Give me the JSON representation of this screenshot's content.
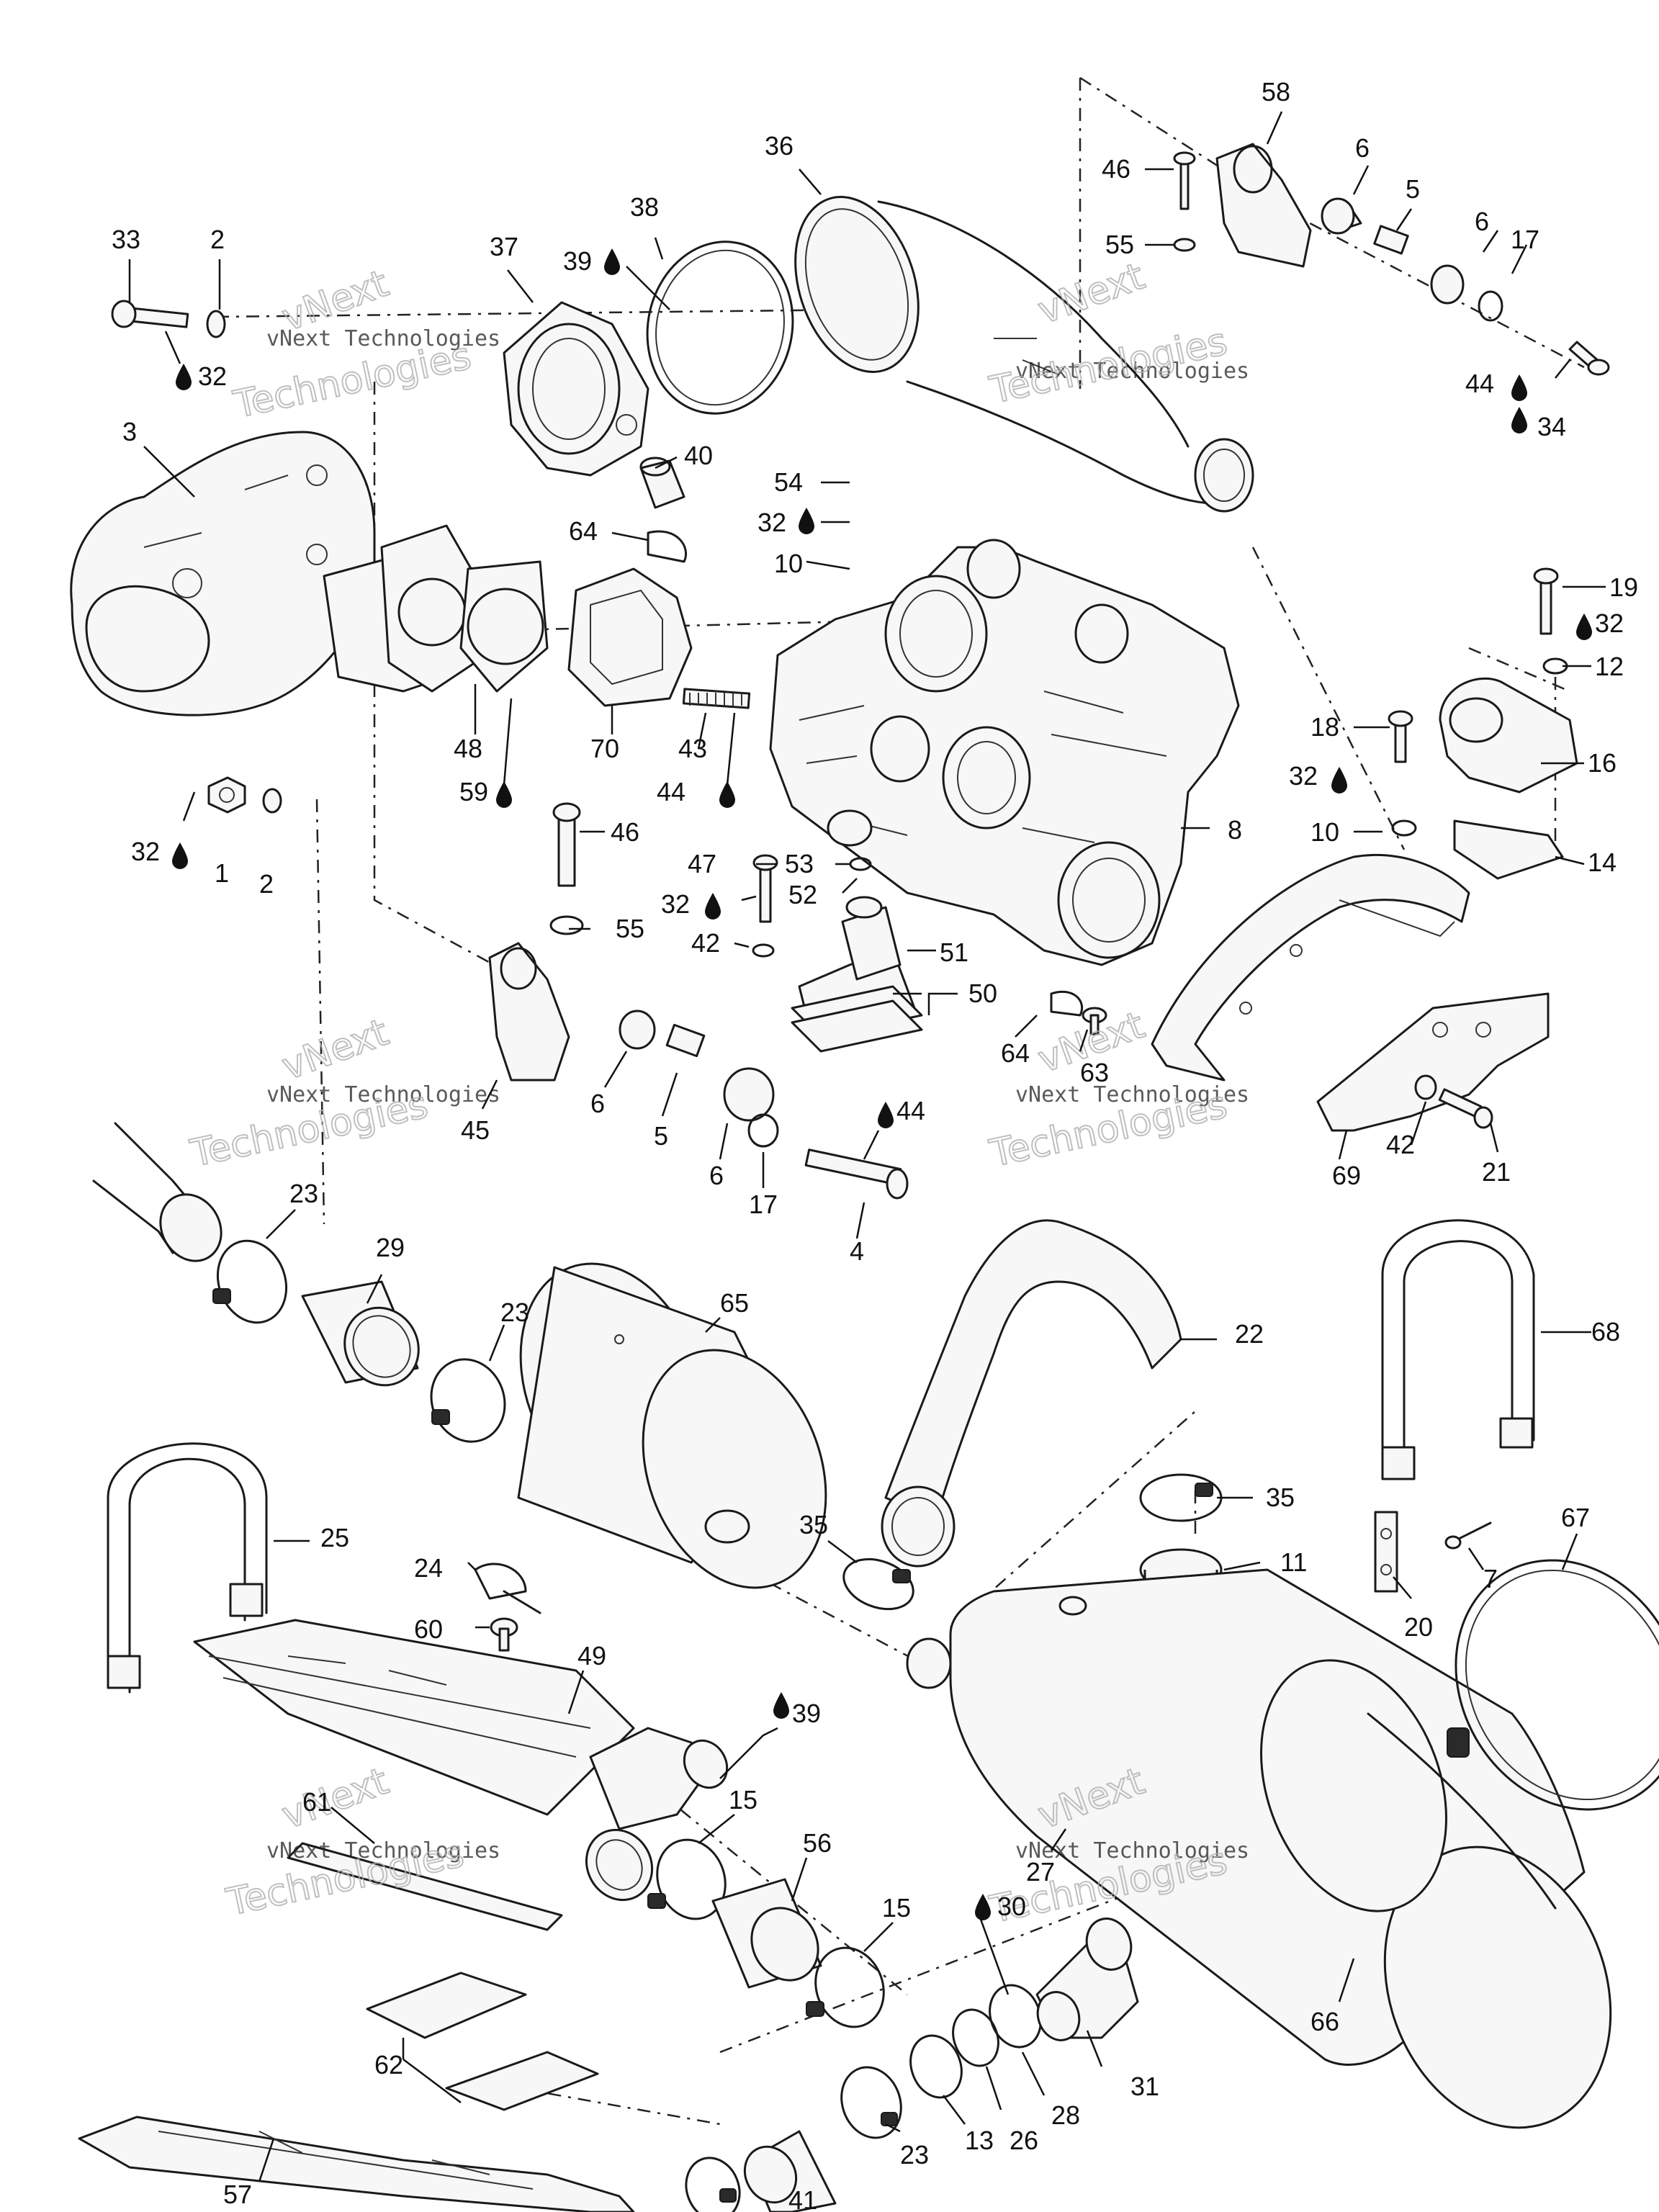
{
  "watermark": {
    "line1": "vNext Technologies",
    "line2": "Technologies",
    "brand": "vNext"
  },
  "callouts": [
    {
      "label": "33"
    },
    {
      "label": "2"
    },
    {
      "label": "32"
    },
    {
      "label": "37"
    },
    {
      "label": "38"
    },
    {
      "label": "39"
    },
    {
      "label": "36"
    },
    {
      "label": "58"
    },
    {
      "label": "46"
    },
    {
      "label": "55"
    },
    {
      "label": "6"
    },
    {
      "label": "5"
    },
    {
      "label": "6"
    },
    {
      "label": "17"
    },
    {
      "label": "44"
    },
    {
      "label": "34"
    },
    {
      "label": "3"
    },
    {
      "label": "40"
    },
    {
      "label": "54"
    },
    {
      "label": "32"
    },
    {
      "label": "64"
    },
    {
      "label": "10"
    },
    {
      "label": "19"
    },
    {
      "label": "32"
    },
    {
      "label": "12"
    },
    {
      "label": "48"
    },
    {
      "label": "70"
    },
    {
      "label": "43"
    },
    {
      "label": "59"
    },
    {
      "label": "44"
    },
    {
      "label": "18"
    },
    {
      "label": "32"
    },
    {
      "label": "16"
    },
    {
      "label": "32"
    },
    {
      "label": "1"
    },
    {
      "label": "2"
    },
    {
      "label": "46"
    },
    {
      "label": "8"
    },
    {
      "label": "10"
    },
    {
      "label": "14"
    },
    {
      "label": "47"
    },
    {
      "label": "53"
    },
    {
      "label": "32"
    },
    {
      "label": "52"
    },
    {
      "label": "55"
    },
    {
      "label": "42"
    },
    {
      "label": "51"
    },
    {
      "label": "50"
    },
    {
      "label": "64"
    },
    {
      "label": "63"
    },
    {
      "label": "6"
    },
    {
      "label": "5"
    },
    {
      "label": "45"
    },
    {
      "label": "6"
    },
    {
      "label": "44"
    },
    {
      "label": "17"
    },
    {
      "label": "4"
    },
    {
      "label": "42"
    },
    {
      "label": "21"
    },
    {
      "label": "69"
    },
    {
      "label": "23"
    },
    {
      "label": "29"
    },
    {
      "label": "23"
    },
    {
      "label": "65"
    },
    {
      "label": "22"
    },
    {
      "label": "68"
    },
    {
      "label": "25"
    },
    {
      "label": "35"
    },
    {
      "label": "35"
    },
    {
      "label": "11"
    },
    {
      "label": "67"
    },
    {
      "label": "24"
    },
    {
      "label": "7"
    },
    {
      "label": "60"
    },
    {
      "label": "20"
    },
    {
      "label": "49"
    },
    {
      "label": "39"
    },
    {
      "label": "15"
    },
    {
      "label": "61"
    },
    {
      "label": "27"
    },
    {
      "label": "56"
    },
    {
      "label": "15"
    },
    {
      "label": "30"
    },
    {
      "label": "62"
    },
    {
      "label": "66"
    },
    {
      "label": "31"
    },
    {
      "label": "28"
    },
    {
      "label": "26"
    },
    {
      "label": "13"
    },
    {
      "label": "23"
    },
    {
      "label": "57"
    },
    {
      "label": "41"
    }
  ]
}
